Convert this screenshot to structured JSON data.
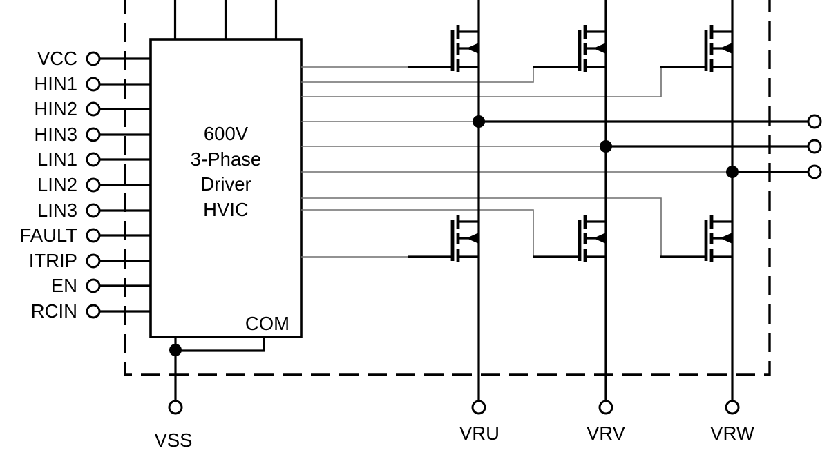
{
  "schematic": {
    "description": "600V 3-Phase Driver HVIC power module schematic",
    "ic_block": {
      "title_lines": [
        "600V",
        "3-Phase",
        "Driver",
        "HVIC"
      ],
      "com_pin_label": "COM"
    },
    "input_pins": [
      "VCC",
      "HIN1",
      "HIN2",
      "HIN3",
      "LIN1",
      "LIN2",
      "LIN3",
      "FAULT",
      "ITRIP",
      "EN",
      "RCIN"
    ],
    "ground_pin_label": "VSS",
    "phase_output_labels": [
      "VRU",
      "VRV",
      "VRW"
    ],
    "mosfets": [
      "high-side-u",
      "high-side-v",
      "high-side-w",
      "low-side-u",
      "low-side-v",
      "low-side-w"
    ],
    "colors": {
      "line": "#000000",
      "routing_wire": "#6e6e6e",
      "background": "#ffffff"
    }
  }
}
